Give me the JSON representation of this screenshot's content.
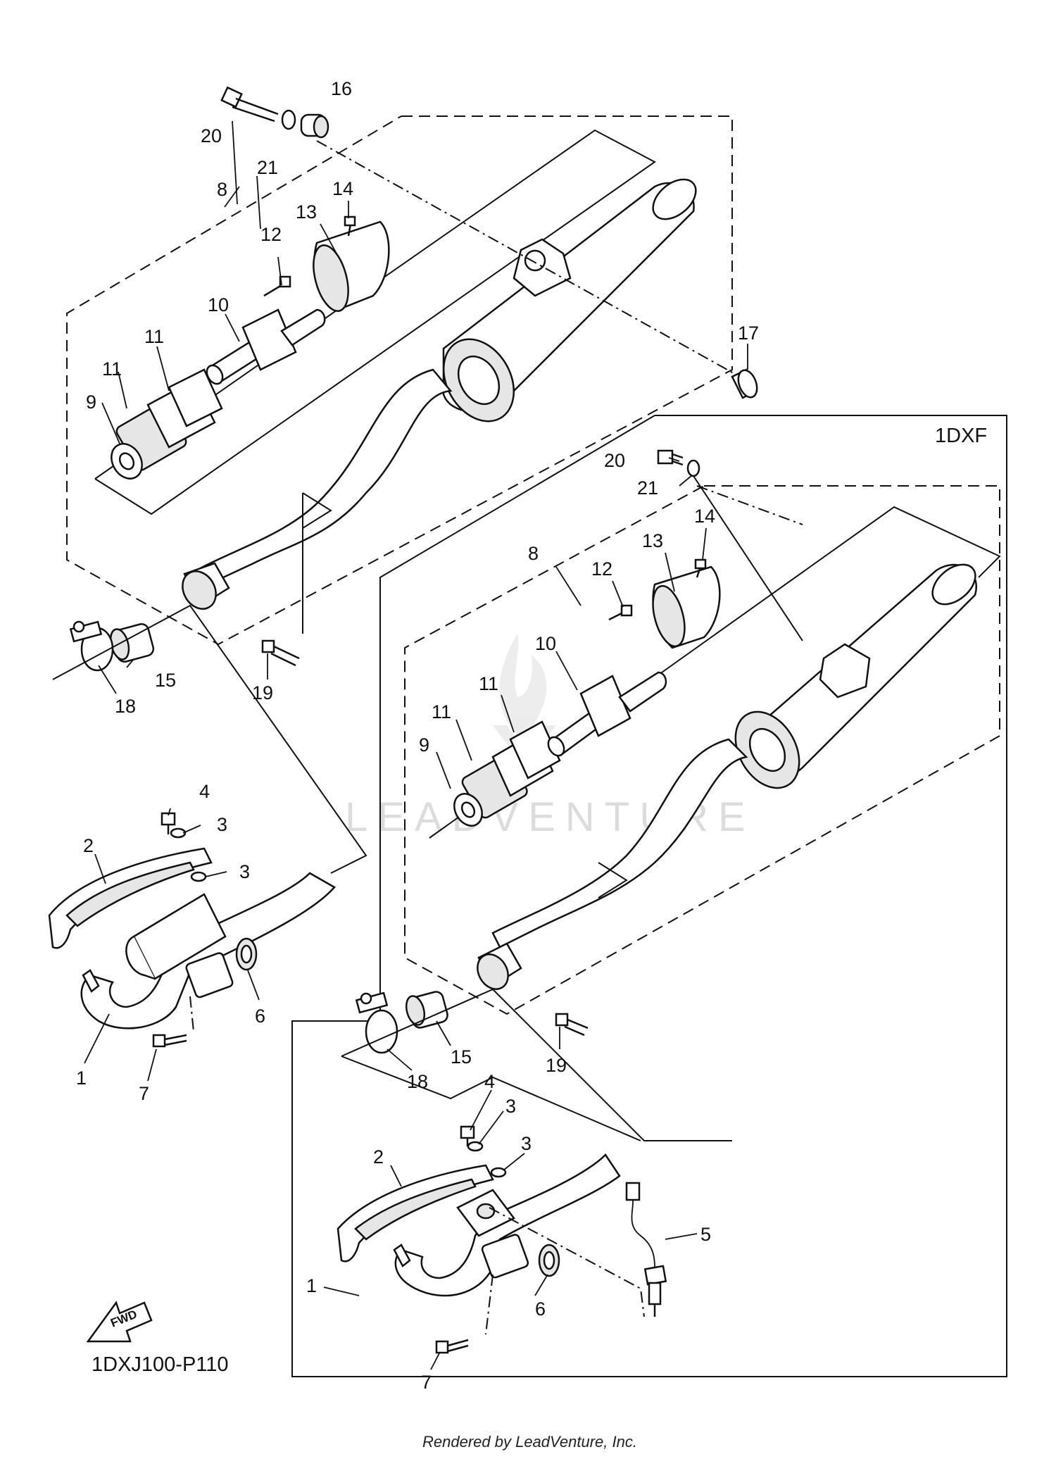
{
  "diagram": {
    "code": "1DXJ100-P110",
    "variant_label": "1DXF",
    "fwd_label": "FWD",
    "watermark": "LEADVENTURE",
    "footer": "Rendered by LeadVenture, Inc."
  },
  "callouts_left": {
    "c1": "1",
    "c2": "2",
    "c3a": "3",
    "c3b": "3",
    "c4": "4",
    "c6": "6",
    "c7": "7",
    "c8": "8",
    "c9": "9",
    "c10": "10",
    "c11a": "11",
    "c11b": "11",
    "c12": "12",
    "c13": "13",
    "c14": "14",
    "c15": "15",
    "c16": "16",
    "c17": "17",
    "c18": "18",
    "c19": "19",
    "c20": "20",
    "c21": "21"
  },
  "callouts_right": {
    "c1": "1",
    "c2": "2",
    "c3a": "3",
    "c3b": "3",
    "c4": "4",
    "c5": "5",
    "c6": "6",
    "c7": "7",
    "c8": "8",
    "c9": "9",
    "c10": "10",
    "c11a": "11",
    "c11b": "11",
    "c12": "12",
    "c13": "13",
    "c14": "14",
    "c15": "15",
    "c18": "18",
    "c19": "19",
    "c20": "20",
    "c21": "21"
  }
}
